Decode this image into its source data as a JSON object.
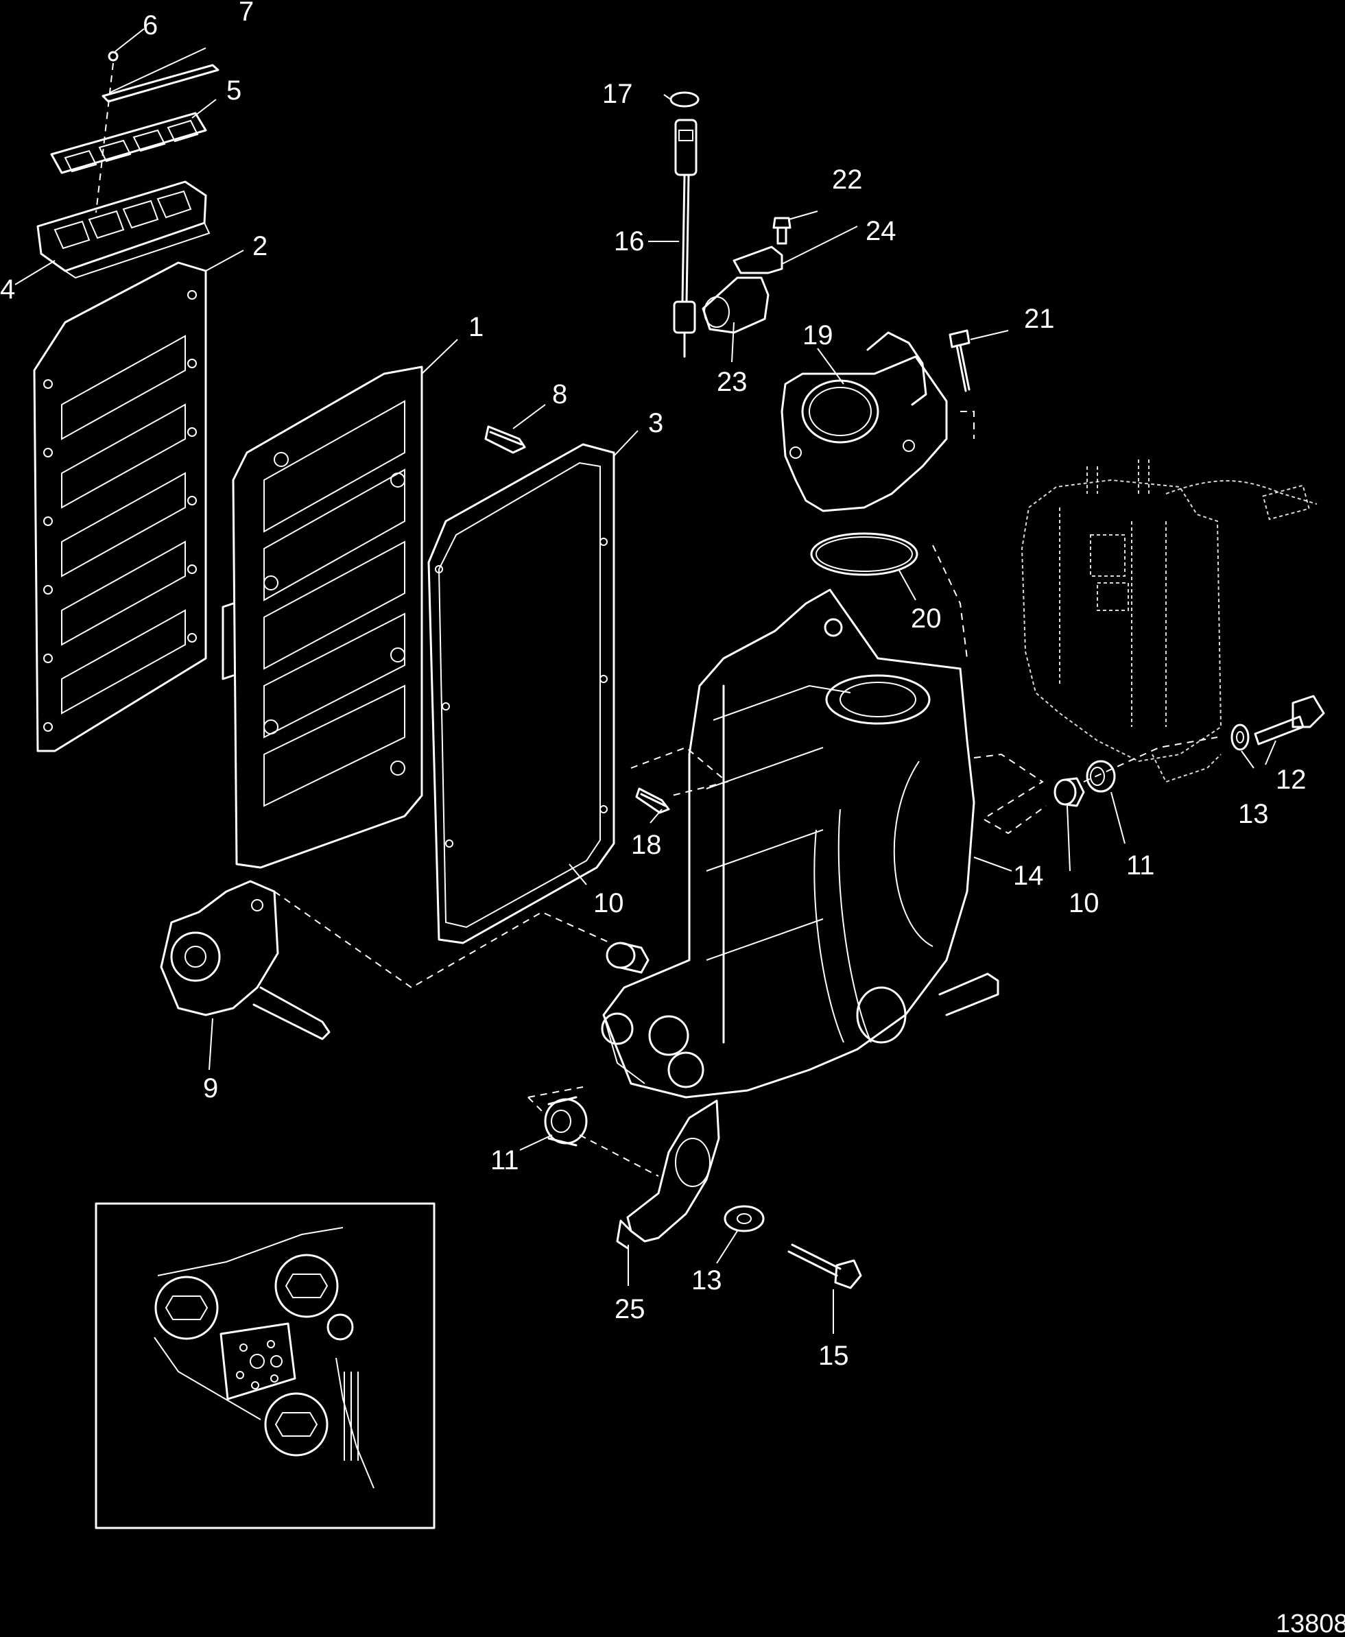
{
  "figure_number": "13808",
  "callouts": {
    "c1": "1",
    "c2": "2",
    "c3": "3",
    "c4": "4",
    "c5": "5",
    "c6": "6",
    "c7": "7",
    "c8": "8",
    "c9": "9",
    "c10a": "10",
    "c10b": "10",
    "c11a": "11",
    "c11b": "11",
    "c12": "12",
    "c13a": "13",
    "c13b": "13",
    "c14": "14",
    "c15": "15",
    "c16": "16",
    "c17": "17",
    "c18": "18",
    "c19": "19",
    "c20": "20",
    "c21": "21",
    "c22": "22",
    "c23": "23",
    "c24": "24",
    "c25": "25"
  },
  "colors": {
    "background": "#000000",
    "line": "#ffffff"
  }
}
